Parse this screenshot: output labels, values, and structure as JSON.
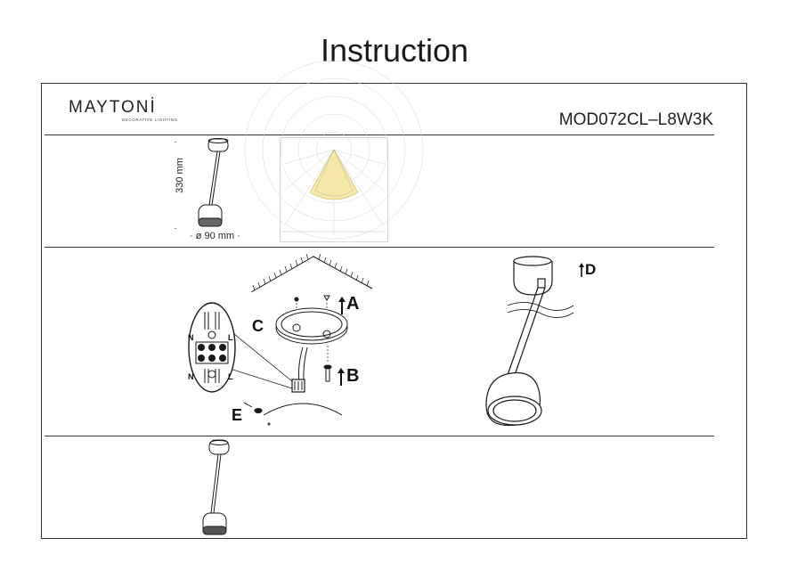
{
  "page": {
    "title": "Instruction"
  },
  "header": {
    "brand": "MAYTONİ",
    "brand_sub": "DECORATIVE LIGHTING",
    "model": "MOD072CL–L8W3K"
  },
  "dimensions": {
    "height": "330 mm",
    "diameter": "· ø 90 mm ·"
  },
  "steps": {
    "a": "A",
    "b": "B",
    "c": "C",
    "d": "D",
    "e": "E"
  },
  "terminal": {
    "n_top": "N",
    "l_top": "L",
    "n_bottom": "N",
    "l_bottom": "L"
  },
  "colors": {
    "line": "#1a1a1a",
    "light_beam": "#f6e9a8"
  },
  "icons": {
    "arrow": "arrow-up-icon",
    "screw": "screw-icon"
  }
}
